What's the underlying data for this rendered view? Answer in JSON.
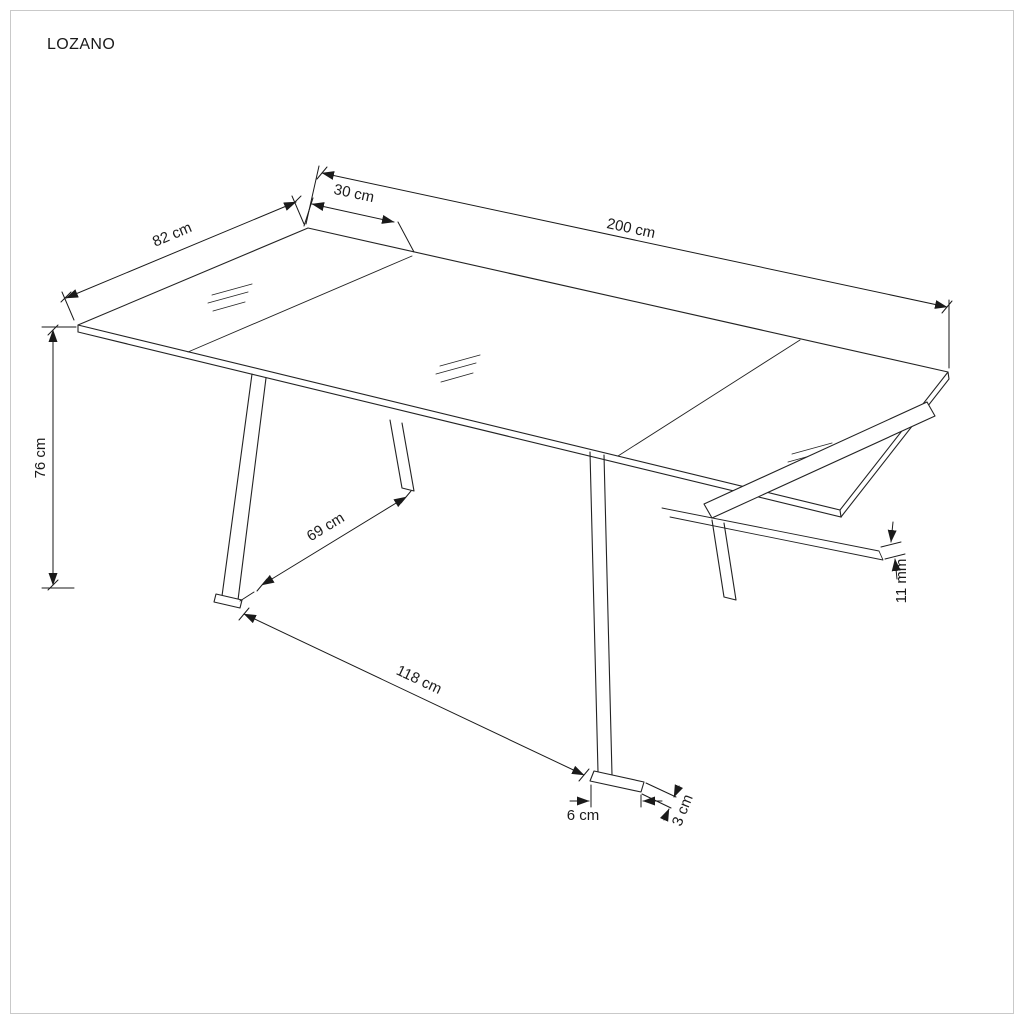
{
  "title": "LOZANO",
  "dims": {
    "length": "200 cm",
    "leaf": "30 cm",
    "width": "82 cm",
    "height": "76 cm",
    "leg_spacing_side": "69 cm",
    "leg_spacing_front": "118 cm",
    "foot_length": "6 cm",
    "foot_height": "3 cm",
    "top_thickness": "11 mm"
  }
}
